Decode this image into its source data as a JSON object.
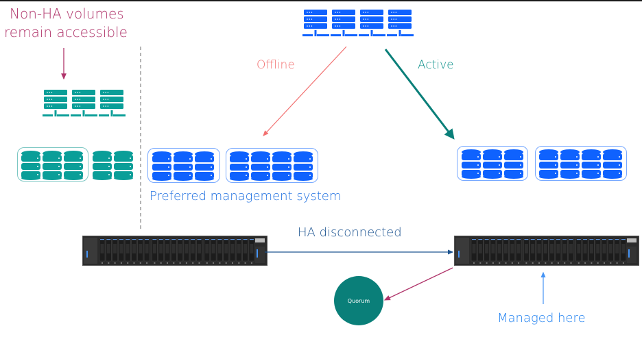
{
  "labels": {
    "non_ha_line1": "Non-HA volumes",
    "non_ha_line2": "remain accessible",
    "offline": "Offline",
    "active": "Active",
    "preferred": "Preferred management system",
    "ha_disconnected": "HA disconnected",
    "quorum": "Quorum",
    "managed_here": "Managed here"
  },
  "colors": {
    "blue": "#0f62fe",
    "teal": "#0a9e98",
    "magenta": "#b0356b",
    "salmon": "#f27070",
    "dark_teal": "#0a7f79",
    "navy": "#1d5490",
    "light_blue": "#4594f5"
  },
  "host_groups": [
    {
      "name": "top-host",
      "servers": 4,
      "color": "blue"
    },
    {
      "name": "left-host",
      "servers": 3,
      "color": "teal"
    }
  ],
  "volume_groups": [
    {
      "name": "left-ha",
      "volumes": 3,
      "color": "teal",
      "boxed": true
    },
    {
      "name": "left-nonha",
      "volumes": 2,
      "color": "teal",
      "boxed": false
    },
    {
      "name": "mid-a",
      "volumes": 3,
      "color": "blue",
      "boxed": true
    },
    {
      "name": "mid-b",
      "volumes": 4,
      "color": "blue",
      "boxed": true
    },
    {
      "name": "right-a",
      "volumes": 3,
      "color": "blue",
      "boxed": true
    },
    {
      "name": "right-b",
      "volumes": 4,
      "color": "blue",
      "boxed": true
    }
  ],
  "storage_systems": [
    {
      "name": "left-storage",
      "drives": 24
    },
    {
      "name": "right-storage",
      "drives": 24
    }
  ]
}
